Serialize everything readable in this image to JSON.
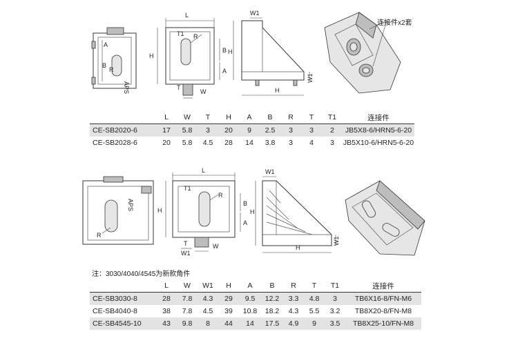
{
  "top": {
    "dims": {
      "L": "L",
      "W1": "W1",
      "T1": "T1",
      "R": "R",
      "H": "H",
      "A": "A",
      "B": "B",
      "T": "T",
      "W": "W",
      "H_side": "H",
      "W1_side": "W1",
      "H_base": "H"
    },
    "stamp": "APS",
    "iso_label": "连接件x2套",
    "table": {
      "headers": [
        "",
        "L",
        "W",
        "T",
        "H",
        "A",
        "B",
        "R",
        "T",
        "T1",
        "连接件"
      ],
      "rows": [
        [
          "CE-SB2020-6",
          "17",
          "5.8",
          "3",
          "20",
          "9",
          "2.5",
          "3",
          "3",
          "2",
          "JB5X8-6/HRN5-6-20"
        ],
        [
          "CE-SB2028-6",
          "20",
          "5.8",
          "4.5",
          "28",
          "14",
          "3.8",
          "3",
          "4",
          "3",
          "JB5X10-6/HRN5-6-20"
        ]
      ]
    }
  },
  "bottom": {
    "dims": {
      "L": "L",
      "T1": "T1",
      "R": "R",
      "A": "A",
      "B": "B",
      "H": "H",
      "T": "T",
      "W": "W",
      "W1": "W1",
      "H_side": "H",
      "W1_side": "W1",
      "H_base": "H",
      "R_front": "R"
    },
    "stamp": "APS",
    "note": "注：3030/4040/4545为新款角件",
    "table": {
      "headers": [
        "",
        "L",
        "W",
        "W1",
        "H",
        "A",
        "B",
        "R",
        "T",
        "T1",
        "连接件"
      ],
      "rows": [
        [
          "CE-SB3030-8",
          "28",
          "7.8",
          "4.3",
          "29",
          "9.5",
          "12.2",
          "3.3",
          "4.8",
          "3",
          "TB6X16-8/FN-M6"
        ],
        [
          "CE-SB4040-8",
          "38",
          "7.8",
          "4.5",
          "39",
          "10.8",
          "18.2",
          "4.3",
          "5.5",
          "3.2",
          "TB8X20-8/FN-M8"
        ],
        [
          "CE-SB4545-10",
          "43",
          "9.8",
          "8",
          "44",
          "14",
          "17.5",
          "4.9",
          "9",
          "3.5",
          "TB8X25-10/FN-M8"
        ]
      ]
    }
  }
}
